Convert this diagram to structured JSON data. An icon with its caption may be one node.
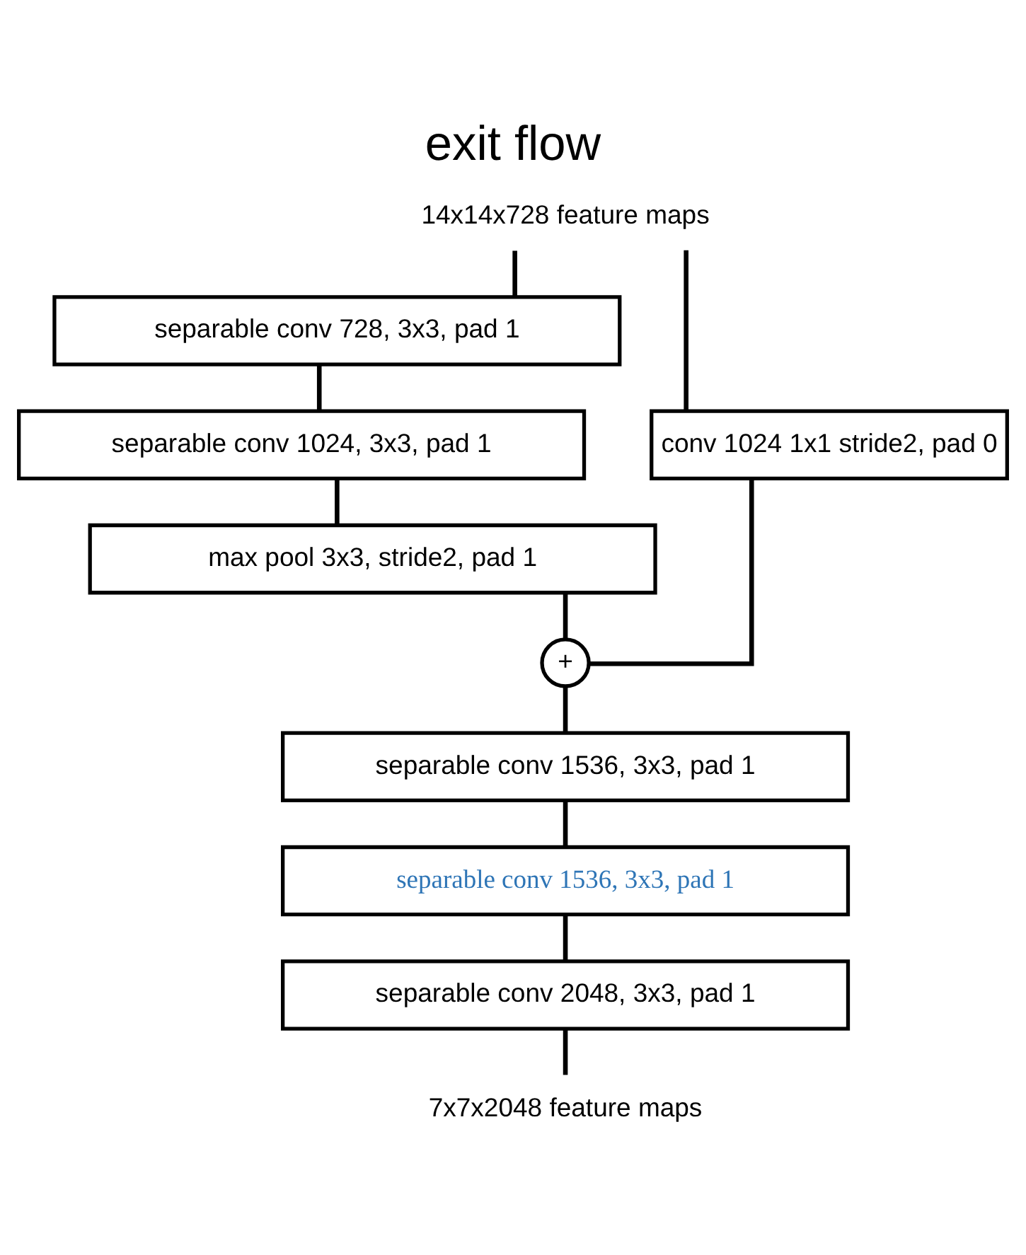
{
  "diagram": {
    "title": "exit flow",
    "nodes": [
      {
        "text": [
          "14x14x728 feature maps"
        ]
      },
      {
        "text": [
          "separable conv 728, 3x3, pad 1"
        ]
      },
      {
        "text": [
          "separable conv 1024, 3x3, pad 1"
        ]
      },
      {
        "text": [
          "max pool 3x3, stride2, pad 1"
        ]
      },
      {
        "text": [
          "conv 1024 1x1 stride2, pad 0"
        ]
      },
      {
        "text": [
          "+"
        ]
      },
      {
        "text": [
          "separable conv 1536, 3x3, pad 1"
        ]
      },
      {
        "text": [
          "separable conv 1536, 3x3, pad 1"
        ]
      },
      {
        "text": [
          "separable conv 2048, 3x3, pad 1"
        ]
      },
      {
        "text": [
          "7x7x2048 feature maps"
        ]
      }
    ],
    "edges": [
      {
        "from": 0,
        "to": 1,
        "arrow": "none"
      },
      {
        "from": 0,
        "to": 4,
        "arrow": "none"
      },
      {
        "from": 1,
        "to": 2,
        "arrow": "none"
      },
      {
        "from": 2,
        "to": 3,
        "arrow": "none"
      },
      {
        "from": 3,
        "to": 5,
        "arrow": "none"
      },
      {
        "from": 4,
        "to": 5,
        "arrow": "none"
      },
      {
        "from": 5,
        "to": 6,
        "arrow": "none"
      },
      {
        "from": 6,
        "to": 7,
        "arrow": "none"
      },
      {
        "from": 7,
        "to": 8,
        "arrow": "none"
      },
      {
        "from": 8,
        "to": 9,
        "arrow": "none"
      }
    ]
  }
}
